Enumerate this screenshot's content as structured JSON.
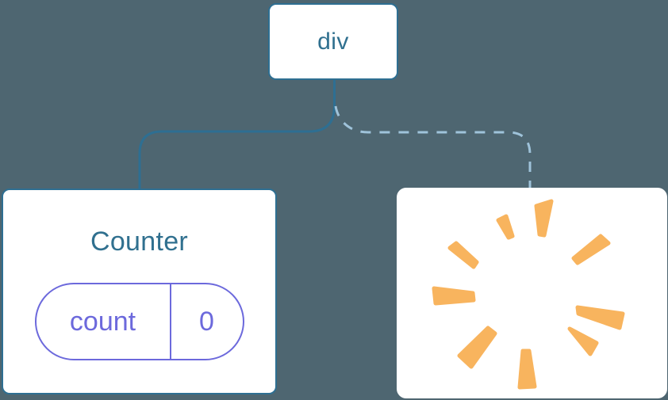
{
  "diagram": {
    "description_colors": {
      "background": "#4E6671",
      "node_background": "#FFFFFF",
      "node_border": "#2E6F92",
      "node_text": "#30708F",
      "state_accent": "#6C69DC",
      "connector_solid": "#2E6F92",
      "connector_dashed": "#9FC3DA",
      "poof_orange": "#F8B45E"
    },
    "root_node": {
      "label": "div"
    },
    "counter_node": {
      "title": "Counter",
      "state_pill": {
        "key": "count",
        "value": "0"
      }
    },
    "removed_node": {
      "icon": "poof-starburst-icon"
    }
  }
}
